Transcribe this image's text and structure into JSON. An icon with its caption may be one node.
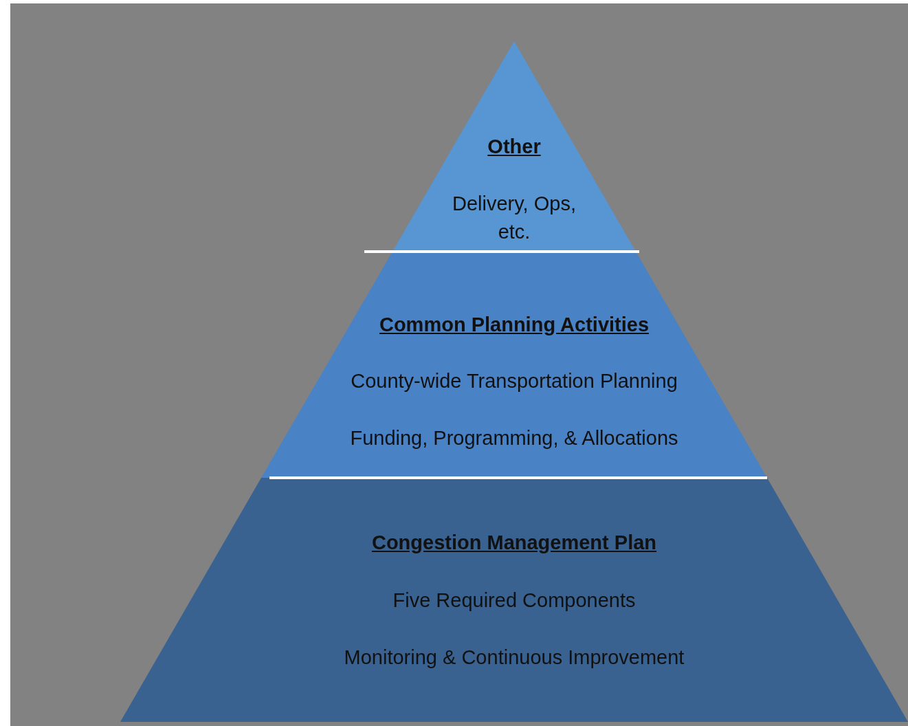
{
  "diagram": {
    "nodes": [
      {
        "text": [
          "Other",
          "Delivery, Ops, etc."
        ]
      },
      {
        "text": [
          "Common Planning Activities",
          "County-wide Transportation Planning",
          "Funding, Programming, & Allocations"
        ]
      },
      {
        "text": [
          "Congestion Management Plan",
          "Five Required Components",
          "Monitoring & Continuous Improvement"
        ]
      }
    ]
  }
}
